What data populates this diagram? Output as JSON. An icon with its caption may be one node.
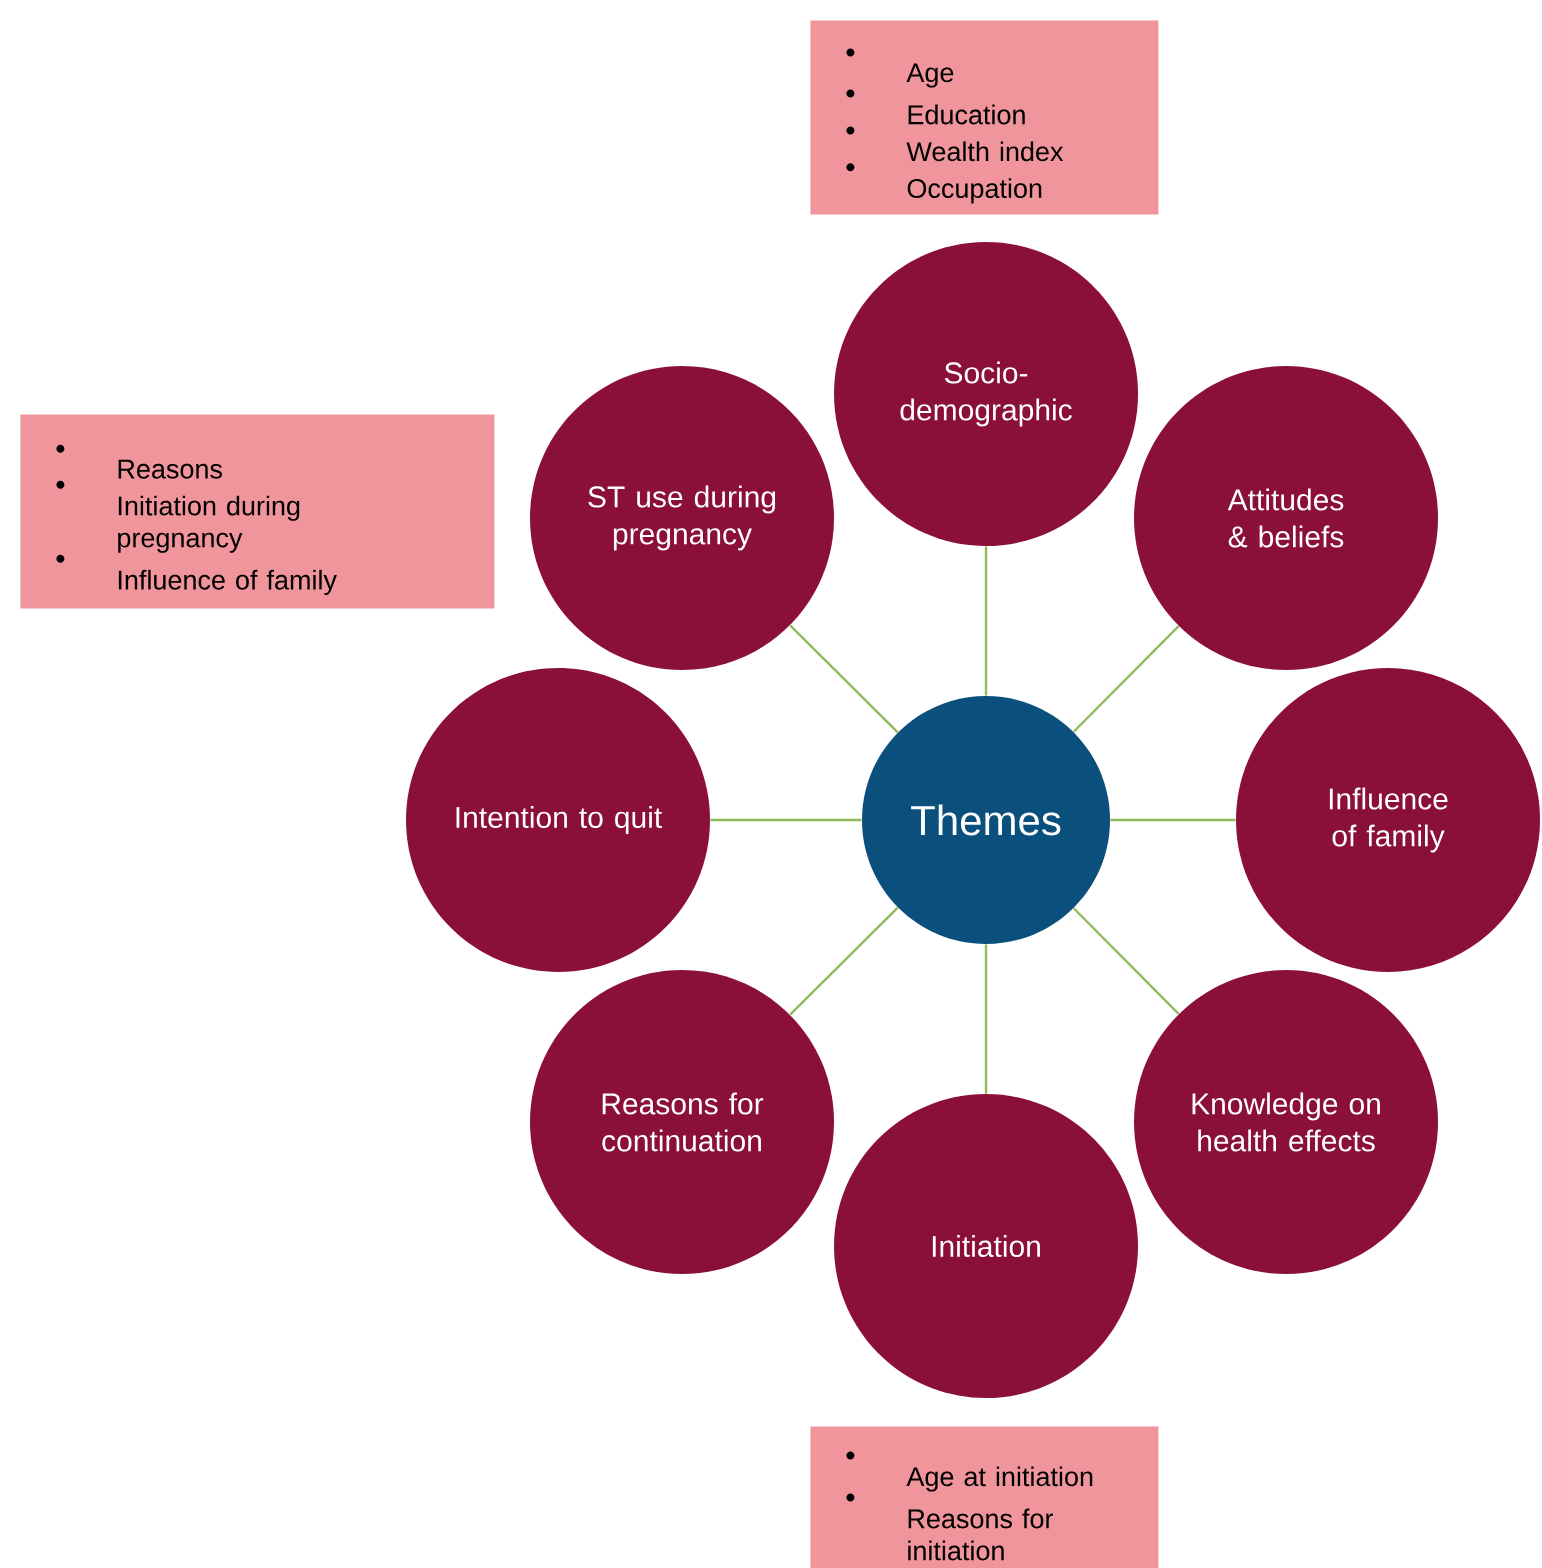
{
  "diagram": {
    "nodes": [
      {
        "text": [
          "Age",
          "Education",
          "Wealth index",
          "Occupation"
        ]
      },
      {
        "text": [
          "Reasons",
          "Initiation during pregnancy",
          "Influence of family"
        ]
      },
      {
        "text": [
          "Themes"
        ]
      },
      {
        "text": [
          "Socio-demographic"
        ]
      },
      {
        "text": [
          "Attitudes & beliefs"
        ]
      },
      {
        "text": [
          "Influence of family"
        ]
      },
      {
        "text": [
          "Knowledge on health effects"
        ]
      },
      {
        "text": [
          "Initiation"
        ]
      },
      {
        "text": [
          "Reasons for continuation"
        ]
      },
      {
        "text": [
          "Intention to quit"
        ]
      },
      {
        "text": [
          "ST use during pregnancy"
        ]
      },
      {
        "text": [
          "Age at initiation",
          "Reasons for initiation"
        ]
      }
    ],
    "edges": [
      {
        "from": 2,
        "to": 3,
        "arrow": "none"
      },
      {
        "from": 2,
        "to": 4,
        "arrow": "none"
      },
      {
        "from": 2,
        "to": 5,
        "arrow": "none"
      },
      {
        "from": 2,
        "to": 6,
        "arrow": "none"
      },
      {
        "from": 2,
        "to": 7,
        "arrow": "none"
      },
      {
        "from": 2,
        "to": 8,
        "arrow": "none"
      },
      {
        "from": 2,
        "to": 9,
        "arrow": "none"
      },
      {
        "from": 2,
        "to": 10,
        "arrow": "none"
      }
    ]
  }
}
